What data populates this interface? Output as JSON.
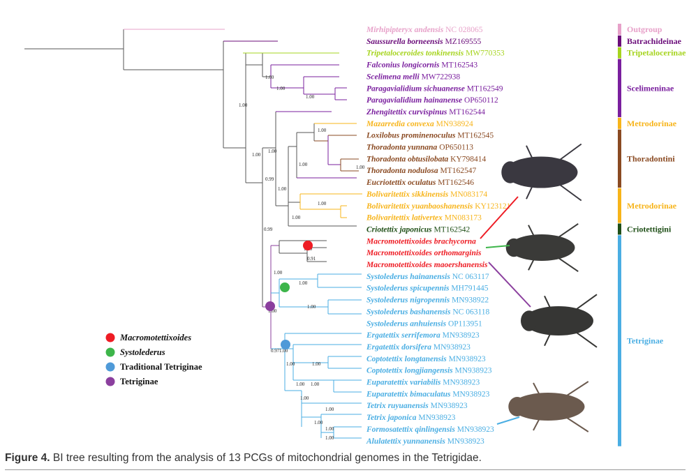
{
  "colors": {
    "outgroup": "#e7a1c9",
    "batrachideinae": "#6b0d7a",
    "tripetalocerinae": "#a6d41f",
    "scelimeninae": "#7a1f9e",
    "metrodorinae": "#f7b41a",
    "thoradontini": "#8a4a22",
    "criotettigini": "#1f4f17",
    "macromotettixoides": "#ee1c24",
    "tetriginae": "#4aaee3",
    "systolederus_node": "#3db54a",
    "trad_tetriginae_node": "#4f9ad8",
    "tetriginae_node": "#8b3f9e",
    "branch_default": "#555555"
  },
  "taxa": [
    {
      "genus": "Mirhipipteryx andensis",
      "acc": "NC 028065",
      "color": "outgroup"
    },
    {
      "genus": "Saussurella borneensis",
      "acc": "MZ169555",
      "color": "batrachideinae"
    },
    {
      "genus": "Tripetaloceroides tonkinensis",
      "acc": "MW770353",
      "color": "tripetalocerinae"
    },
    {
      "genus": "Falconius longicornis",
      "acc": "MT162543",
      "color": "scelimeninae"
    },
    {
      "genus": "Scelimena melli",
      "acc": "MW722938",
      "color": "scelimeninae"
    },
    {
      "genus": "Paragavialidium sichuanense",
      "acc": "MT162549",
      "color": "scelimeninae"
    },
    {
      "genus": "Paragavialidium hainanense",
      "acc": "OP650112",
      "color": "scelimeninae"
    },
    {
      "genus": "Zhengitettix curvispinus",
      "acc": "MT162544",
      "color": "scelimeninae"
    },
    {
      "genus": "Mazarredia convexa",
      "acc": "MN938924",
      "color": "metrodorinae"
    },
    {
      "genus": "Loxilobus prominenoculus",
      "acc": "MT162545",
      "color": "thoradontini"
    },
    {
      "genus": "Thoradonta yunnana",
      "acc": "OP650113",
      "color": "thoradontini"
    },
    {
      "genus": "Thoradonta obtusilobata",
      "acc": "KY798414",
      "color": "thoradontini"
    },
    {
      "genus": "Thoradonta nodulosa",
      "acc": "MT162547",
      "color": "thoradontini"
    },
    {
      "genus": "Eucriotettix oculatus",
      "acc": "MT162546",
      "color": "thoradontini"
    },
    {
      "genus": "Bolivaritettix sikkinensis",
      "acc": "MN083174",
      "color": "metrodorinae"
    },
    {
      "genus": "Bolivaritettix yuanbaoshanensis",
      "acc": "KY123121",
      "color": "metrodorinae"
    },
    {
      "genus": "Bolivaritettix lativertex",
      "acc": "MN083173",
      "color": "metrodorinae"
    },
    {
      "genus": "Criotettix japonicus",
      "acc": "MT162542",
      "color": "criotettigini"
    },
    {
      "genus": "Macromotettixoides brachycorna",
      "acc": "",
      "color": "macromotettixoides"
    },
    {
      "genus": "Macromotettixoides orthomarginis",
      "acc": "",
      "color": "macromotettixoides"
    },
    {
      "genus": "Macromotettixoides maoershanensis",
      "acc": "",
      "color": "macromotettixoides"
    },
    {
      "genus": "Systolederus hainanensis",
      "acc": "NC 063117",
      "color": "tetriginae"
    },
    {
      "genus": "Systolederus spicupennis",
      "acc": "MH791445",
      "color": "tetriginae"
    },
    {
      "genus": "Systolederus nigropennis",
      "acc": "MN938922",
      "color": "tetriginae"
    },
    {
      "genus": "Systolederus bashanensis",
      "acc": "NC 063118",
      "color": "tetriginae"
    },
    {
      "genus": "Systolederus anhuiensis",
      "acc": "OP113951",
      "color": "tetriginae"
    },
    {
      "genus": "Ergatettix serrifemora",
      "acc": "MN938923",
      "color": "tetriginae"
    },
    {
      "genus": "Ergatettix dorsifera",
      "acc": "MN938923",
      "color": "tetriginae"
    },
    {
      "genus": "Coptotettix longtanensis",
      "acc": "MN938923",
      "color": "tetriginae"
    },
    {
      "genus": "Coptotettix longjiangensis",
      "acc": "MN938923",
      "color": "tetriginae"
    },
    {
      "genus": "Euparatettix variabilis",
      "acc": "MN938923",
      "color": "tetriginae"
    },
    {
      "genus": "Euparatettix bimaculatus",
      "acc": "MN938923",
      "color": "tetriginae"
    },
    {
      "genus": "Tetrix ruyuanensis",
      "acc": "MN938923",
      "color": "tetriginae"
    },
    {
      "genus": "Tetrix japonica",
      "acc": "MN938923",
      "color": "tetriginae"
    },
    {
      "genus": "Formosatettix qinlingensis",
      "acc": "MN938923",
      "color": "tetriginae"
    },
    {
      "genus": "Alulatettix yunnanensis",
      "acc": "MN938923",
      "color": "tetriginae"
    }
  ],
  "support_values": [
    "1.00",
    "1.00",
    "1.00",
    "1.00",
    "1.00",
    "0.99",
    "1.00",
    "1.00",
    "1.00",
    "1.00",
    "1.00",
    "1.00",
    "1.00",
    "0.99",
    "1.00",
    "0.91",
    "1.00",
    "1.00",
    "1.00",
    "1.00",
    "0.97",
    "1.00",
    "1.00",
    "1.00",
    "1.00",
    "1.00",
    "1.00",
    "1.00",
    "1.00",
    "1.00",
    "1.00"
  ],
  "groups": [
    {
      "label": "Outgroup",
      "color": "outgroup"
    },
    {
      "label": "Batrachideinae",
      "color": "batrachideinae"
    },
    {
      "label": "Tripetalocerinae",
      "color": "tripetalocerinae"
    },
    {
      "label": "Scelimeninae",
      "color": "scelimeninae"
    },
    {
      "label": "Metrodorinae",
      "color": "metrodorinae"
    },
    {
      "label": "Thoradontini",
      "color": "thoradontini"
    },
    {
      "label": "Metrodorinae",
      "color": "metrodorinae"
    },
    {
      "label": "Criotettigini",
      "color": "criotettigini"
    },
    {
      "label": "Tetriginae",
      "color": "tetriginae"
    }
  ],
  "legend": [
    {
      "label": "Macromotettixoides",
      "italic": true,
      "color": "macromotettixoides"
    },
    {
      "label": "Systolederus",
      "italic": true,
      "color": "systolederus_node"
    },
    {
      "label": "Traditional Tetriginae",
      "italic": false,
      "color": "trad_tetriginae_node"
    },
    {
      "label": "Tetriginae",
      "italic": false,
      "color": "tetriginae_node"
    }
  ],
  "caption": {
    "label": "Figure 4.",
    "text": " BI tree resulting from the analysis of 13 PCGs of mitochondrial genomes in the Tetrigidae."
  }
}
